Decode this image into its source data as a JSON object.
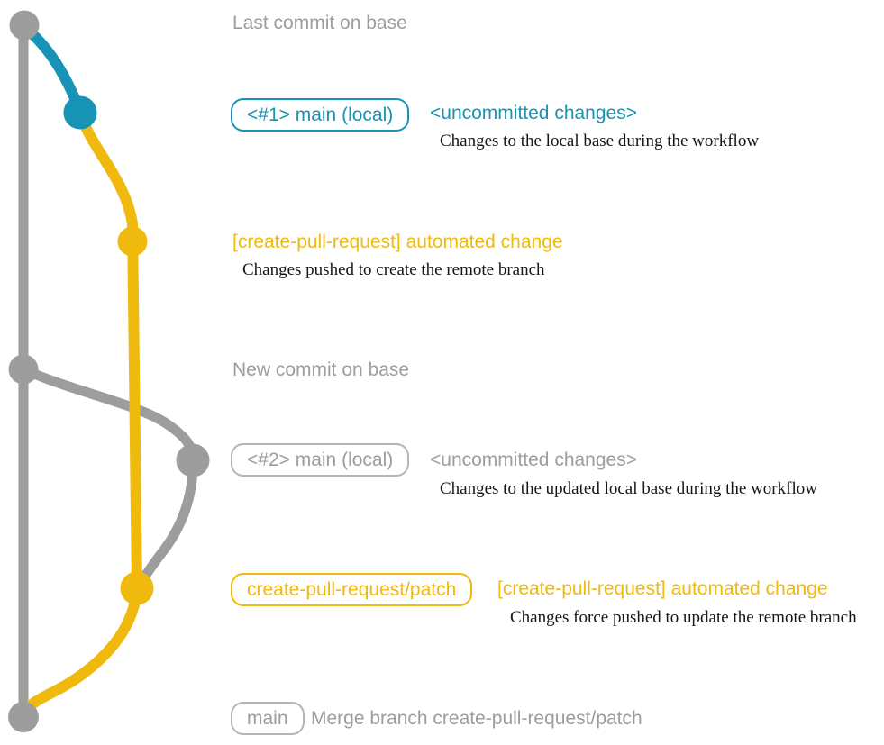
{
  "colors": {
    "gray": "#9d9d9d",
    "graybox": "#b5b5b5",
    "blue": "#1793b5",
    "yellow": "#f0b90d",
    "ink": "#161616"
  },
  "graph": {
    "description": "git branch graph",
    "branches": [
      "base",
      "main (local)",
      "create-pull-request/patch"
    ],
    "commit_dots": [
      "last-commit-on-base",
      "local-main-1",
      "automated-change-1",
      "new-commit-on-base",
      "local-main-2",
      "automated-change-2",
      "merge-commit"
    ]
  },
  "rows": [
    {
      "title": "Last commit on base"
    },
    {
      "badge": "<#1> main (local)",
      "title": "<uncommitted changes>",
      "description": "Changes to the local base during the workflow"
    },
    {
      "title": "[create-pull-request] automated change",
      "description": "Changes pushed to create the remote branch"
    },
    {
      "title": "New commit on base"
    },
    {
      "badge": "<#2> main (local)",
      "title": "<uncommitted changes>",
      "description": "Changes to the updated local base during the workflow"
    },
    {
      "badge": "create-pull-request/patch",
      "title": "[create-pull-request] automated change",
      "description": "Changes force pushed to update the remote branch"
    },
    {
      "badge": "main",
      "title": "Merge branch create-pull-request/patch"
    }
  ]
}
